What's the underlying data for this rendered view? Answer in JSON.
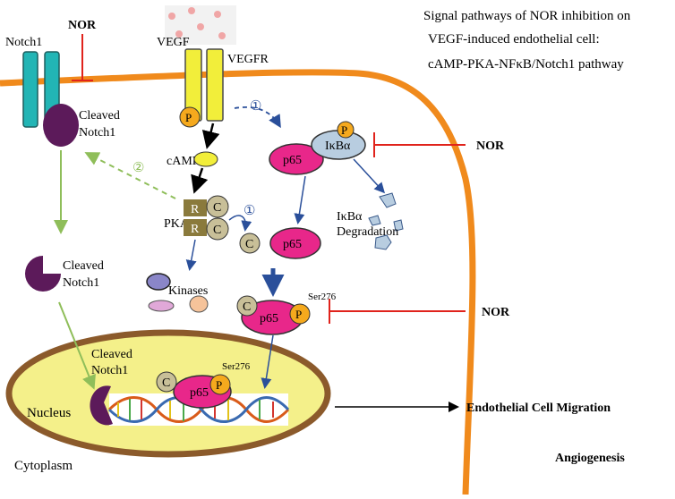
{
  "title": {
    "line1": "Signal pathways of NOR inhibition on",
    "line2": "VEGF-induced endothelial cell:",
    "line3": "cAMP-PKA-NFκB/Notch1 pathway"
  },
  "labels": {
    "notch1": "Notch1",
    "nor": "NOR",
    "vegf": "VEGF",
    "vegfr": "VEGFR",
    "p": "P",
    "camp": "cAMP",
    "cleaved": "Cleaved",
    "notch1_short": "Notch1",
    "step1": "①",
    "step2": "②",
    "ikba": "IκBα",
    "p65": "p65",
    "pka": "PKA",
    "r": "R",
    "c": "C",
    "ikba_degradation_1": "IκBα",
    "ikba_degradation_2": "Degradation",
    "kinases": "Kinases",
    "ser276": "Ser276",
    "nucleus": "Nucleus",
    "cytoplasm": "Cytoplasm",
    "migration": "Endothelial Cell Migration",
    "angiogenesis": "Angiogenesis"
  },
  "colors": {
    "membrane": "#f08a1c",
    "notch": "#22b5b5",
    "cleaved_notch": "#5c1a5a",
    "vegfr": "#f2ee3a",
    "phospho": "#f5a91d",
    "p65": "#e8278a",
    "ikba": "#b8cde0",
    "pka_r": "#8a7a3c",
    "pka_c": "#c8bf98",
    "nucleus_fill": "#f4f08a",
    "nucleus_border": "#8b5a2b",
    "inhibit": "#e0231c",
    "green_arrow": "#8fbe5a",
    "blue_arrow": "#2a4f9a"
  }
}
